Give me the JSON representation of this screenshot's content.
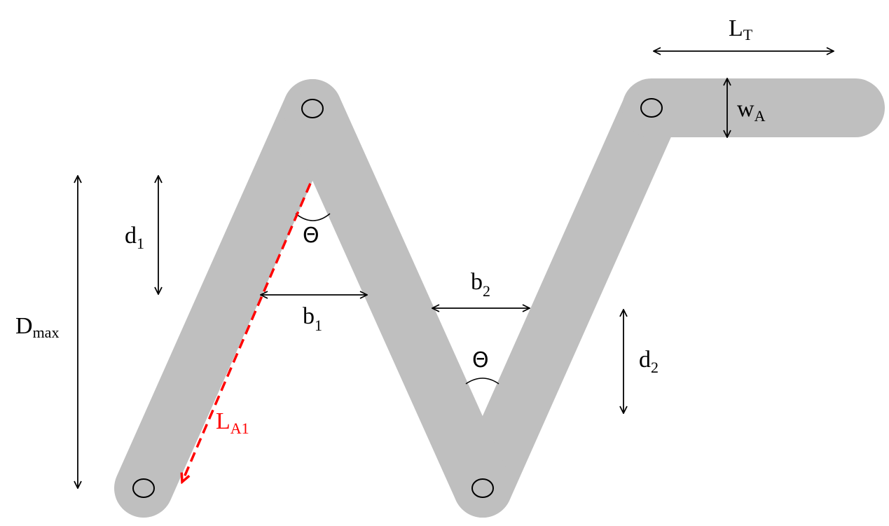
{
  "colors": {
    "link": "#bfbfbf",
    "accent": "#ff0000",
    "line": "#000000"
  },
  "labels": {
    "lt_main": "L",
    "lt_sub": "T",
    "wa_main": "w",
    "wa_sub": "A",
    "dmax_main": "D",
    "dmax_sub": "max",
    "d1_main": "d",
    "d1_sub": "1",
    "d2_main": "d",
    "d2_sub": "2",
    "b1_main": "b",
    "b1_sub": "1",
    "b2_main": "b",
    "b2_sub": "2",
    "theta_1": "Θ",
    "theta_2": "Θ",
    "la1_main": "L",
    "la1_sub": "A1"
  }
}
